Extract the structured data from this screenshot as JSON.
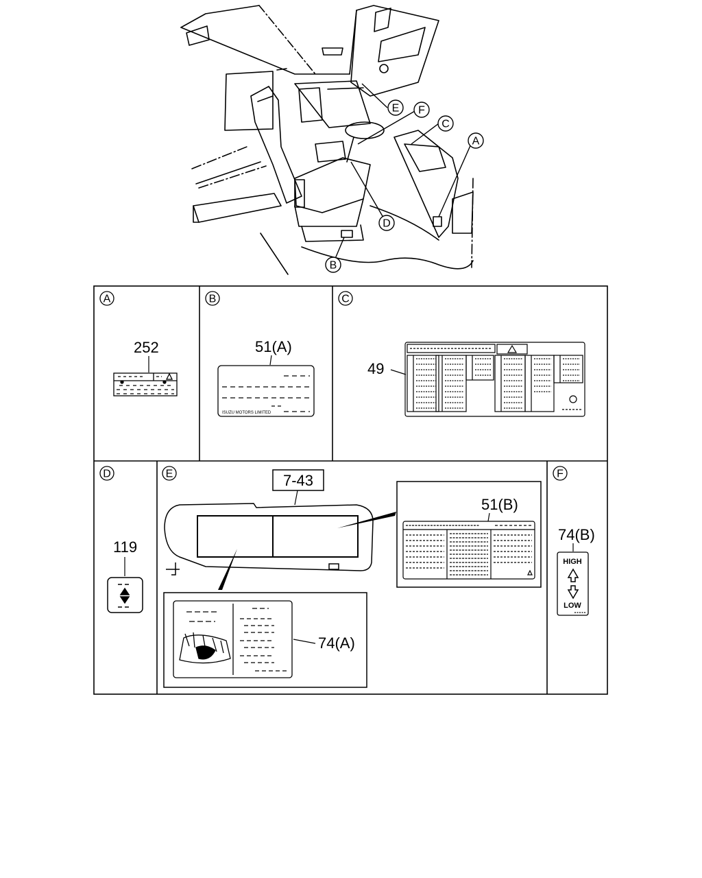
{
  "callouts": {
    "A": "A",
    "B": "B",
    "C": "C",
    "D": "D",
    "E": "E",
    "F": "F"
  },
  "panels": {
    "A": {
      "letter": "A",
      "part_number": "252"
    },
    "B": {
      "letter": "B",
      "part_number": "51(A)",
      "label_text": "ISUZU MOTORS LIMITED"
    },
    "C": {
      "letter": "C",
      "part_number": "49"
    },
    "D": {
      "letter": "D",
      "part_number": "119"
    },
    "E": {
      "letter": "E",
      "ref_number": "7-43",
      "part_b": "51(B)",
      "part_a": "74(A)"
    },
    "F": {
      "letter": "F",
      "part_number": "74(B)",
      "high": "HIGH",
      "low": "LOW"
    }
  }
}
